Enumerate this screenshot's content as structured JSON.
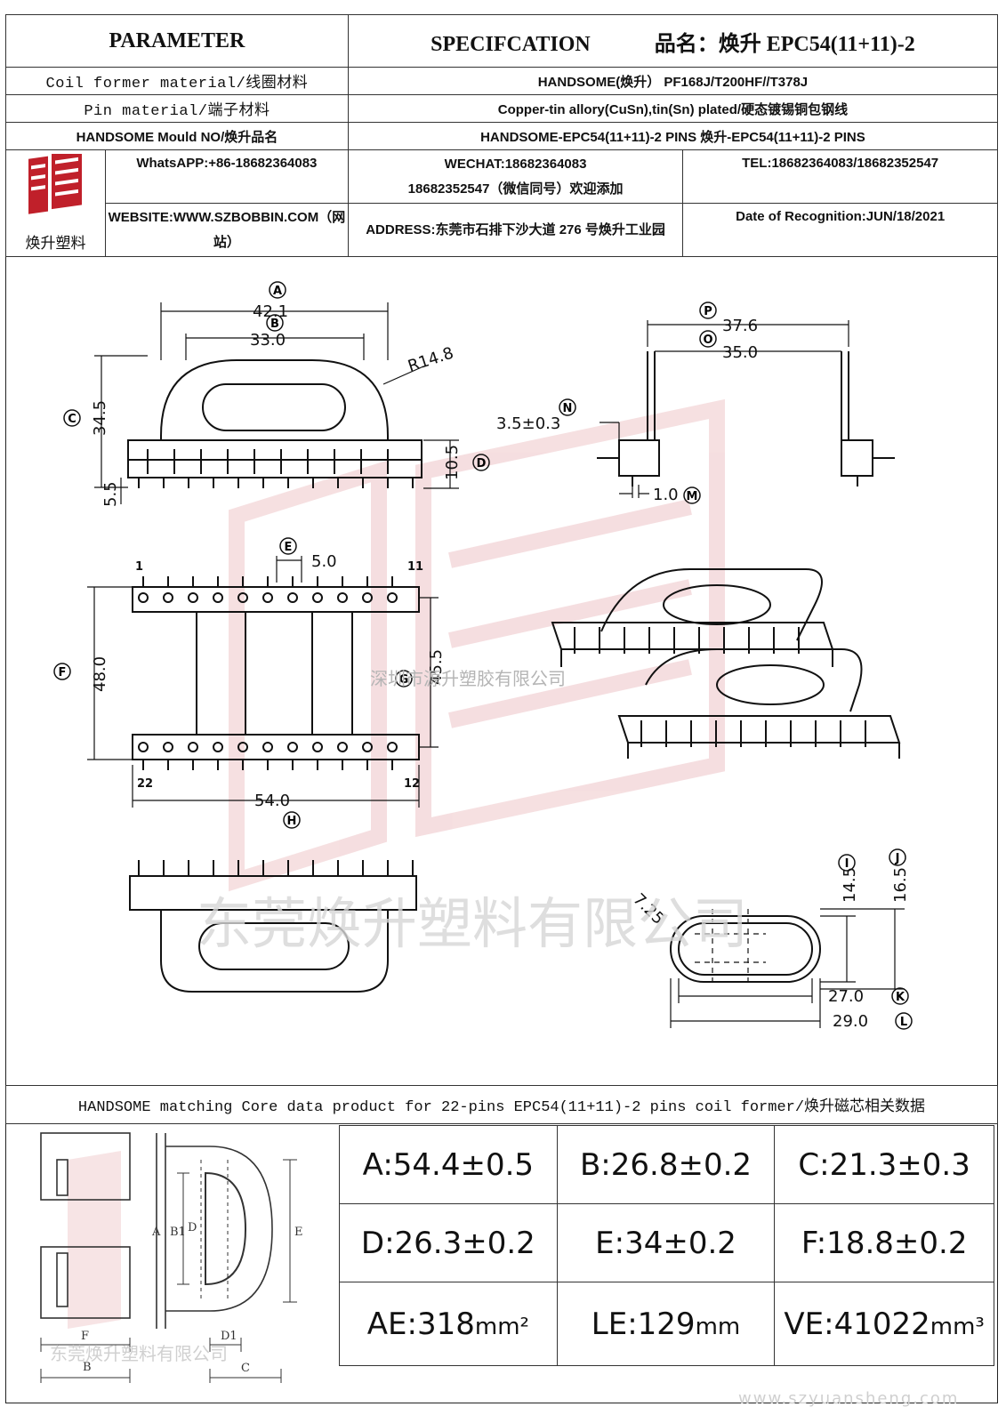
{
  "header": {
    "parameter": "PARAMETER",
    "specification": "SPECIFCATION",
    "product_name": "品名：焕升 EPC54(11+11)-2"
  },
  "rows": [
    {
      "label": "Coil former material/线圈材料",
      "value": "HANDSOME(焕升）  PF168J/T200HF//T378J"
    },
    {
      "label": "Pin material/端子材料",
      "value": "Copper-tin allory(CuSn),tin(Sn) plated/硬态镀锡铜包钢线"
    },
    {
      "label": "HANDSOME Mould NO/焕升品名",
      "value": "HANDSOME-EPC54(11+11)-2 PINS    焕升-EPC54(11+11)-2 PINS"
    }
  ],
  "contact": {
    "logo_text": "焕升塑料",
    "whatsapp": "WhatsAPP:+86-18682364083",
    "wechat_line1": "WECHAT:18682364083",
    "wechat_line2": "18682352547（微信同号）欢迎添加",
    "tel": "TEL:18682364083/18682352547",
    "website": "WEBSITE:WWW.SZBOBBIN.COM（网站）",
    "address": "ADDRESS:东莞市石排下沙大道 276 号焕升工业园",
    "date": "Date of Recognition:JUN/18/2021"
  },
  "drawing": {
    "dims": {
      "a": "42.1",
      "b": "33.0",
      "r": "R14.8",
      "c": "34.5",
      "d": "10.5",
      "h55": "5.5",
      "p": "37.6",
      "o": "35.0",
      "n": "3.5±0.3",
      "m": "1.0",
      "e": "5.0",
      "f": "48.0",
      "g": "45.5",
      "w": "54.0",
      "i": "14.5",
      "j": "16.5",
      "k": "27.0",
      "l": "29.0",
      "t": "7.25"
    },
    "letters": [
      "A",
      "B",
      "C",
      "D",
      "P",
      "O",
      "N",
      "M",
      "E",
      "F",
      "G",
      "H",
      "I",
      "J",
      "K",
      "L"
    ],
    "pin_labels": {
      "p1": "1",
      "p11": "11",
      "p22": "22",
      "p12": "12"
    },
    "watermark_company": "深圳市源升塑胶有限公司",
    "watermark_big": "东莞焕升塑料有限公司"
  },
  "core_title": "HANDSOME matching Core data  product for 22-pins EPC54(11+11)-2 pins coil former/焕升磁芯相关数据",
  "core_drawing": {
    "labels": [
      "A",
      "B",
      "C",
      "D",
      "E",
      "F",
      "D1",
      "B1"
    ],
    "watermark": "东莞焕升塑料有限公司"
  },
  "core_dims": [
    {
      "text": "A:54.4±0.5"
    },
    {
      "text": "B:26.8±0.2"
    },
    {
      "text": "C:21.3±0.3"
    },
    {
      "text": "D:26.3±0.2"
    },
    {
      "text": "E:34±0.2"
    },
    {
      "text": "F:18.8±0.2"
    },
    {
      "text": "AE:318",
      "unit": "mm²"
    },
    {
      "text": "LE:129",
      "unit": "mm"
    },
    {
      "text": "VE:41022",
      "unit": "mm³"
    }
  ],
  "footer_watermark": "www.szyuansheng.com"
}
